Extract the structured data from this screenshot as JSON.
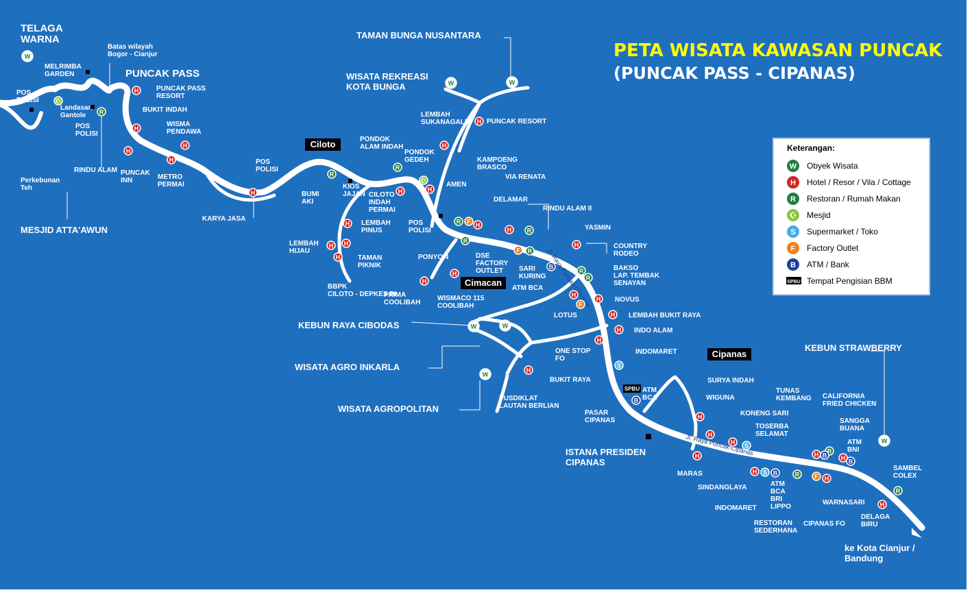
{
  "title": "PETA WISATA KAWASAN PUNCAK",
  "subtitle": "(PUNCAK PASS - CIPANAS)",
  "colors": {
    "sea": "#1f6fbf",
    "road": "#ffffff",
    "title": "#ffff00",
    "obyek_wisata": "#1f7f3f",
    "hotel": "#d82020",
    "restoran": "#1f7f3f",
    "mesjid": "#8cc63f",
    "supermarket": "#44aee8",
    "factory_outlet": "#f08020",
    "atm": "#1f3f9f"
  },
  "legend": {
    "title": "Keterangan:",
    "items": [
      {
        "icon": "W",
        "type": "obyek_wisata",
        "label": "Obyek Wisata"
      },
      {
        "icon": "H",
        "type": "hotel",
        "label": "Hotel / Resor / Vila / Cottage"
      },
      {
        "icon": "R",
        "type": "restoran",
        "label": "Restoran / Rumah Makan"
      },
      {
        "icon": "☪",
        "type": "mesjid",
        "label": "Mesjid"
      },
      {
        "icon": "S",
        "type": "supermarket",
        "label": "Supermarket / Toko"
      },
      {
        "icon": "F",
        "type": "factory_outlet",
        "label": "Factory Outlet"
      },
      {
        "icon": "B",
        "type": "atm",
        "label": "ATM / Bank"
      },
      {
        "icon": "SPBU",
        "type": "spbu",
        "label": "Tempat Pengisian BBM"
      }
    ]
  },
  "towns": [
    "Ciloto",
    "Cimacan",
    "Cipanas"
  ],
  "road_labels": [
    "Jl. Raya Puncak-Cimacan",
    "Jl. Raya Puncak-Cipanas"
  ],
  "places": {
    "telaga_warna": [
      "TELAGA",
      "WARNA"
    ],
    "melrimba": [
      "MELRIMBA",
      "GARDEN"
    ],
    "batas": [
      "Batas wilayah",
      "Bogor - Cianjur"
    ],
    "puncak_pass": "PUNCAK PASS",
    "pos_polisi_1": [
      "POS",
      "POLISI"
    ],
    "landasan": [
      "Landasan",
      "Gantole"
    ],
    "pos_polisi_2": [
      "POS",
      "POLISI"
    ],
    "puncak_pass_resort": [
      "PUNCAK PASS",
      "RESORT"
    ],
    "bukit_indah": "BUKIT INDAH",
    "wisma_pendawa": [
      "WISMA",
      "PENDAWA"
    ],
    "rindu_alam": "RINDU ALAM",
    "puncak_inn": [
      "PUNCAK",
      "INN"
    ],
    "metro_permai": [
      "METRO",
      "PERMAI"
    ],
    "perkebunan": [
      "Perkebunan",
      "Teh"
    ],
    "mesjid_atta": "MESJID ATTA'AWUN",
    "pos_polisi_3": [
      "POS",
      "POLISI"
    ],
    "karya_jasa": "KARYA JASA",
    "bumi_aki": [
      "BUMI",
      "AKI"
    ],
    "kios_jajan": [
      "KIOS",
      "JAJAN"
    ],
    "ciloto_indah": [
      "CILOTO",
      "INDAH",
      "PERMAI"
    ],
    "lembah_pinus": [
      "LEMBAH",
      "PINUS"
    ],
    "lembah_hijau": [
      "LEMBAH",
      "HIJAU"
    ],
    "taman_piknik": [
      "TAMAN",
      "PIKNIK"
    ],
    "bbpk": [
      "BBPK",
      "CILOTO - DEPKES RI"
    ],
    "taman_bunga": "TAMAN BUNGA NUSANTARA",
    "wisata_rekreasi": [
      "WISATA REKREASI",
      "KOTA BUNGA"
    ],
    "lembah_sukanagalih": [
      "LEMBAH",
      "SUKANAGALIH"
    ],
    "puncak_resort": "PUNCAK RESORT",
    "pondok_alam": [
      "PONDOK",
      "ALAM INDAH"
    ],
    "pondok_gedeh": [
      "PONDOK",
      "GEDEH"
    ],
    "kampoeng": [
      "KAMPOENG",
      "BRASCO"
    ],
    "via_renata": "VIA RENATA",
    "amen": "AMEN",
    "delamar": "DELAMAR",
    "rindu_alam_2": "RINDU ALAM II",
    "pos_polisi_4": [
      "POS",
      "POLISI"
    ],
    "yasmin": "YASMIN",
    "ponyo": "PONYO 4",
    "dse": [
      "DSE",
      "FACTORY",
      "OUTLET"
    ],
    "sari_kuring": [
      "SARI",
      "KURING"
    ],
    "atm_bca_1": "ATM BCA",
    "country_rodeo": [
      "COUNTRY",
      "RODEO"
    ],
    "bakso": [
      "BAKSO",
      "LAP. TEMBAK",
      "SENAYAN"
    ],
    "prima": [
      "PRIMA",
      "COOLIBAH"
    ],
    "wismaco": [
      "WISMACO 115",
      "COOLIBAH"
    ],
    "novus": "NOVUS",
    "lotus": "LOTUS",
    "lembah_bukit_raya": "LEMBAH BUKIT RAYA",
    "indo_alam": "INDO ALAM",
    "kebun_raya": "KEBUN RAYA CIBODAS",
    "wisata_agro": "WISATA AGRO INKARLA",
    "wisata_agropolitan": "WISATA AGROPOLITAN",
    "one_stop": [
      "ONE STOP",
      "FO"
    ],
    "bukit_raya": "BUKIT RAYA",
    "pusdiklat": [
      "PUSDIKLAT",
      "LAUTAN BERLIAN"
    ],
    "indomaret_1": "INDOMARET",
    "spbu": "SPBU",
    "atm_bca_2": [
      "ATM",
      "BCA"
    ],
    "pasar": [
      "PASAR",
      "CIPANAS"
    ],
    "istana": [
      "ISTANA PRESIDEN",
      "CIPANAS"
    ],
    "surya_indah": "SURYA INDAH",
    "wiguna": "WIGUNA",
    "koneng_sari": "KONENG SARI",
    "toserba": [
      "TOSERBA",
      "SELAMAT"
    ],
    "maras": "MARAS",
    "sindanglaya": "SINDANGLAYA",
    "indomaret_2": "INDOMARET",
    "atm_group": [
      "ATM",
      "BCA",
      "BRI",
      "LIPPO"
    ],
    "restoran_sederhana": [
      "RESTORAN",
      "SEDERHANA"
    ],
    "cipanas_fo": "CIPANAS FO",
    "warnasari": "WARNASARI",
    "tunas": [
      "TUNAS",
      "KEMBANG"
    ],
    "kfc": [
      "CALIFORNIA",
      "FRIED CHICKEN"
    ],
    "sangga": [
      "SANGGA",
      "BUANA"
    ],
    "atm_bni": [
      "ATM",
      "BNI"
    ],
    "kebun_strawberry": "KEBUN STRAWBERRY",
    "sambel": [
      "SAMBEL",
      "COLEX"
    ],
    "delagа": [
      "DELAGA",
      "BIRU"
    ],
    "ke_kota": [
      "ke Kota Cianjur /",
      "Bandung"
    ]
  }
}
